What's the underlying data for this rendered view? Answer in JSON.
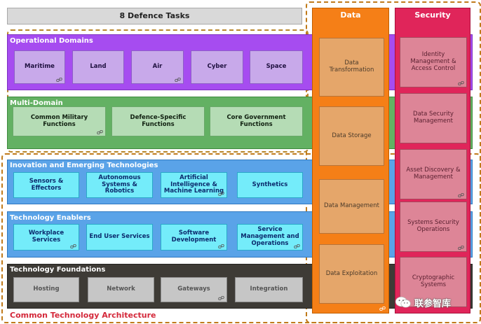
{
  "header": {
    "title": "8 Defence Tasks"
  },
  "operational_domains": {
    "title": "Operational Domains",
    "items": [
      "Maritime",
      "Land",
      "Air",
      "Cyber",
      "Space"
    ]
  },
  "multi_domain": {
    "title": "Multi-Domain",
    "items": [
      "Common Military Functions",
      "Defence-Specific Functions",
      "Core Government Functions"
    ]
  },
  "innovation": {
    "title": "Inovation and Emerging Technologies",
    "items": [
      "Sensors & Effectors",
      "Autonomous Systems & Robotics",
      "Artificial Intelligence & Machine Learning",
      "Synthetics"
    ]
  },
  "enablers": {
    "title": "Technology Enablers",
    "items": [
      "Workplace Services",
      "End User Services",
      "Software Development",
      "Service Management and Operations"
    ]
  },
  "foundations": {
    "title": "Technology Foundations",
    "items": [
      "Hosting",
      "Network",
      "Gateways",
      "Integration"
    ]
  },
  "data_column": {
    "title": "Data",
    "items": [
      "Data Transformation",
      "Data Storage",
      "Data Management",
      "Data Exploitation"
    ]
  },
  "security_column": {
    "title": "Security",
    "items": [
      "Identity Management & Access Control",
      "Data Security Management",
      "Asset Discovery & Management",
      "Systems Security Operations",
      "Cryptographic Systems"
    ]
  },
  "footer": {
    "architecture_label": "Common Technology Architecture"
  },
  "watermark": {
    "text": "联参智库"
  },
  "colors": {
    "purple": "#a64cf0",
    "green": "#63b163",
    "blue": "#5aa3e8",
    "dark": "#3e3b36",
    "orange": "#f57f17",
    "red": "#e0255a",
    "footer_text": "#d4283a"
  }
}
